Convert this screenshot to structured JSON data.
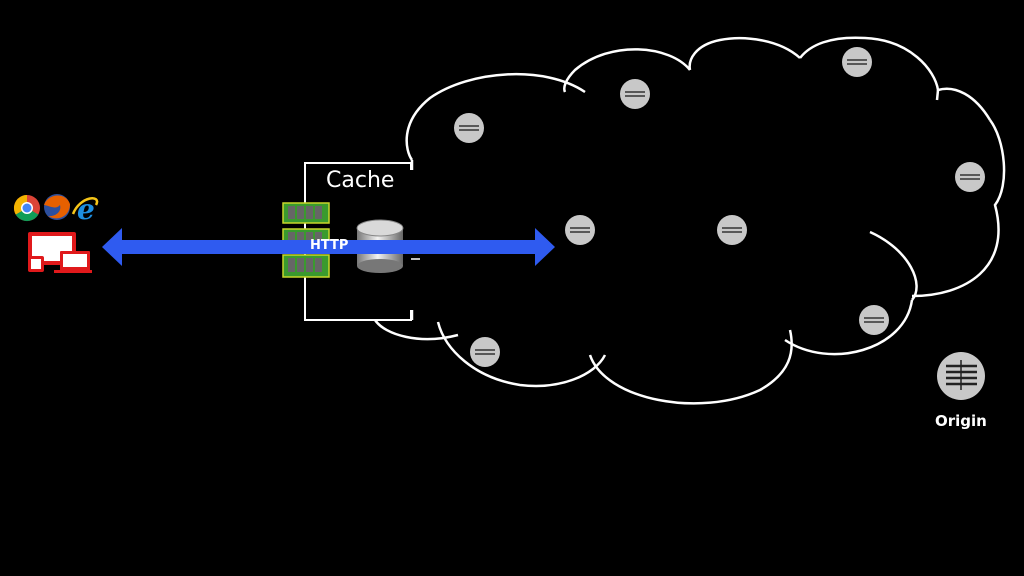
{
  "labels": {
    "cache": "Cache",
    "http": "HTTP",
    "origin": "Origin"
  },
  "colors": {
    "background": "#000000",
    "arrow": "#2f5bf0",
    "cloud_stroke": "#ffffff",
    "node_fill": "#c8c8c8",
    "device": "#e0191b",
    "ram": "#3a9a2e"
  },
  "icons": {
    "browsers": [
      "chrome-icon",
      "firefox-icon",
      "internet-explorer-icon"
    ],
    "devices": "devices-icon",
    "memory": "ram-module-icon",
    "disk": "database-disk-icon",
    "node": "router-icon",
    "origin": "origin-server-icon"
  }
}
